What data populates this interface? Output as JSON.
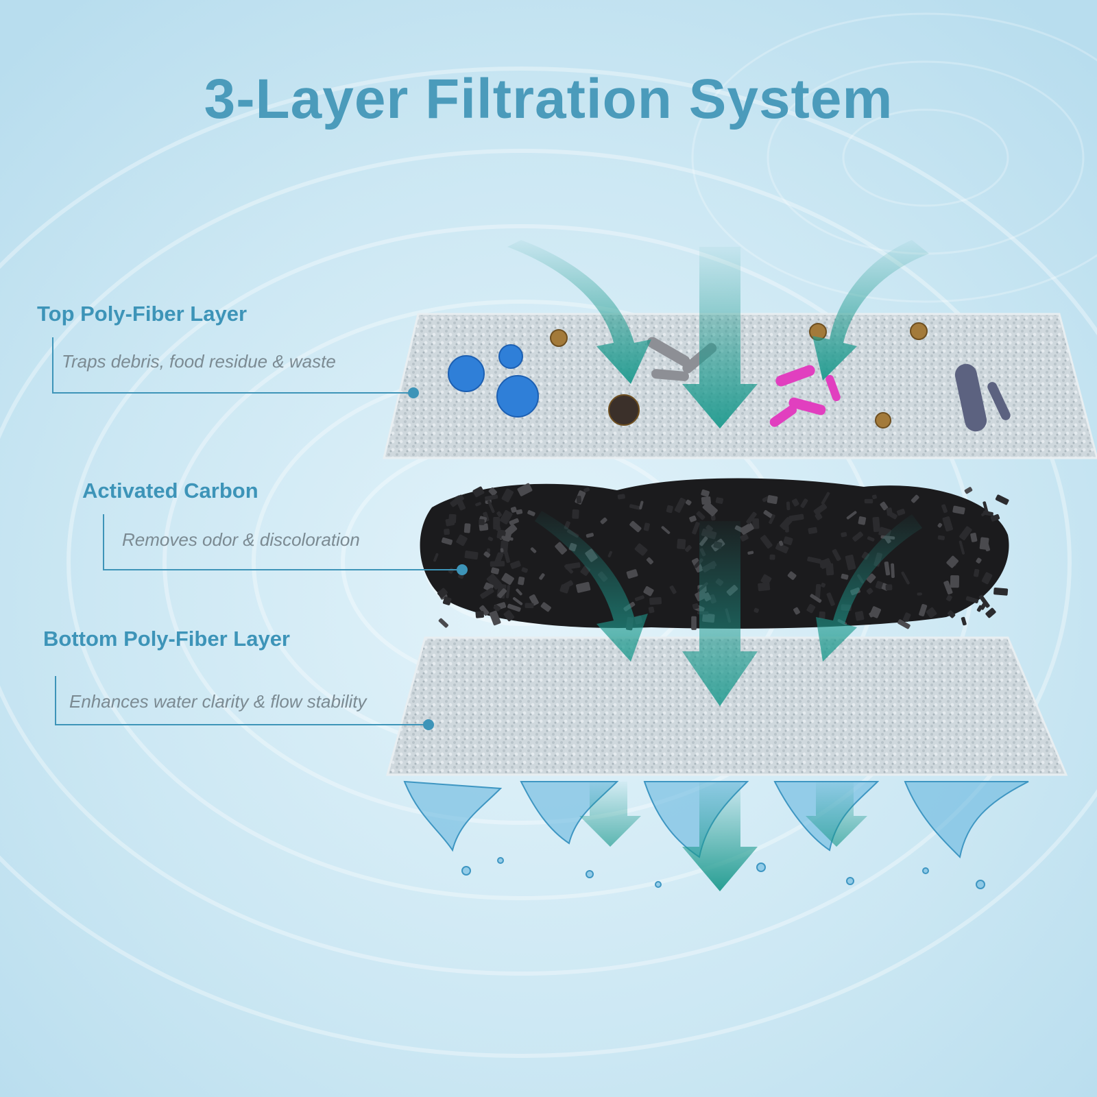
{
  "title": "3-Layer Filtration System",
  "colors": {
    "title": "#4b9bbb",
    "heading": "#3d94b8",
    "callout_line": "#3d94b8",
    "description": "#7b8a92",
    "arrow": "#1e9a8e",
    "fiber": "#c9d3d9",
    "carbon": "#1b1b1d",
    "water": "#5fb3dc"
  },
  "layers": [
    {
      "heading": "Top Poly-Fiber Layer",
      "description": "Traps debris, food residue & waste"
    },
    {
      "heading": "Activated Carbon",
      "description": "Removes odor & discoloration"
    },
    {
      "heading": "Bottom Poly-Fiber Layer",
      "description": "Enhances water clarity & flow stability"
    }
  ],
  "icons": [
    "virus-icon",
    "bacteria-icon",
    "debris-particle-icon",
    "flow-arrow-icon",
    "water-splash-icon"
  ]
}
